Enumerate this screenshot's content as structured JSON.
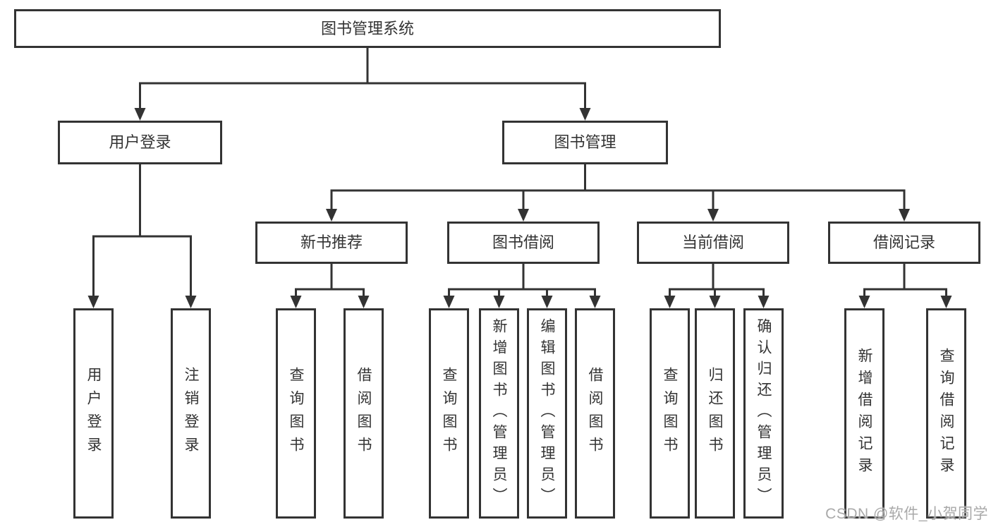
{
  "tree": {
    "label": "图书管理系统",
    "children": [
      {
        "label": "用户登录",
        "children": [
          {
            "label": "用户登录"
          },
          {
            "label": "注销登录"
          }
        ]
      },
      {
        "label": "图书管理",
        "children": [
          {
            "label": "新书推荐",
            "children": [
              {
                "label": "查询图书"
              },
              {
                "label": "借阅图书"
              }
            ]
          },
          {
            "label": "图书借阅",
            "children": [
              {
                "label": "查询图书"
              },
              {
                "label": "新增图书（管理员）"
              },
              {
                "label": "编辑图书（管理员）"
              },
              {
                "label": "借阅图书"
              }
            ]
          },
          {
            "label": "当前借阅",
            "children": [
              {
                "label": "查询图书"
              },
              {
                "label": "归还图书"
              },
              {
                "label": "确认归还（管理员）"
              }
            ]
          },
          {
            "label": "借阅记录",
            "children": [
              {
                "label": "新增借阅记录"
              },
              {
                "label": "查询借阅记录"
              }
            ]
          }
        ]
      }
    ]
  },
  "watermark": {
    "text": "CSDN @软件_小贺同学"
  },
  "colors": {
    "line": "#333333",
    "text": "#333333",
    "background": "#ffffff",
    "watermark": "#a9a9a9"
  }
}
